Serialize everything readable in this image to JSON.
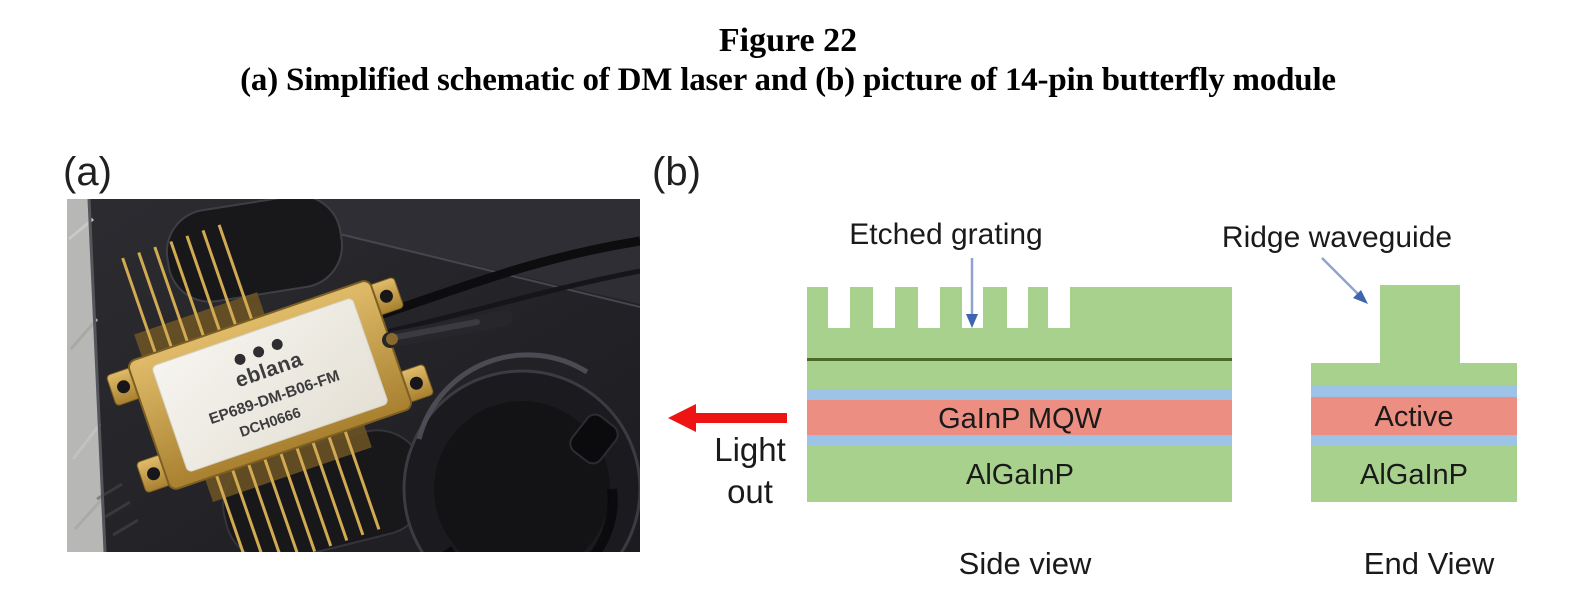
{
  "figure": {
    "title": "Figure 22",
    "subtitle": "(a) Simplified schematic of DM laser and (b) picture of 14-pin butterfly module"
  },
  "panel_a": {
    "label": "(a)",
    "photo": {
      "module_brand": "eblana",
      "module_part_number": "EP689-DM-B06-FM",
      "module_serial": "DCH0666"
    }
  },
  "panel_b": {
    "label": "(b)",
    "light_out": {
      "line1": "Light",
      "line2": "out"
    },
    "side_view": {
      "caption": "Side view",
      "grating_label": "Etched grating",
      "mqw_label": "GaInP MQW",
      "substrate_label": "AlGaInP"
    },
    "end_view": {
      "caption": "End View",
      "ridge_label": "Ridge waveguide",
      "active_label": "Active",
      "substrate_label": "AlGaInP"
    }
  },
  "colors": {
    "layer_green": "#a9d18e",
    "layer_blue": "#9dc3e6",
    "layer_pink": "#ec8f82",
    "grating_line": "#4a6b28",
    "arrow_red": "#ee1414",
    "annotation_arrow_shaft": "#8fa3cf",
    "annotation_arrow_head": "#3e66b0",
    "text_dark": "#1a1a1a",
    "photo_tray": "#232328",
    "photo_metal_gray": "#b7b7b5",
    "photo_gold": "#d2aa52",
    "module_lid": "#f2efe8"
  }
}
